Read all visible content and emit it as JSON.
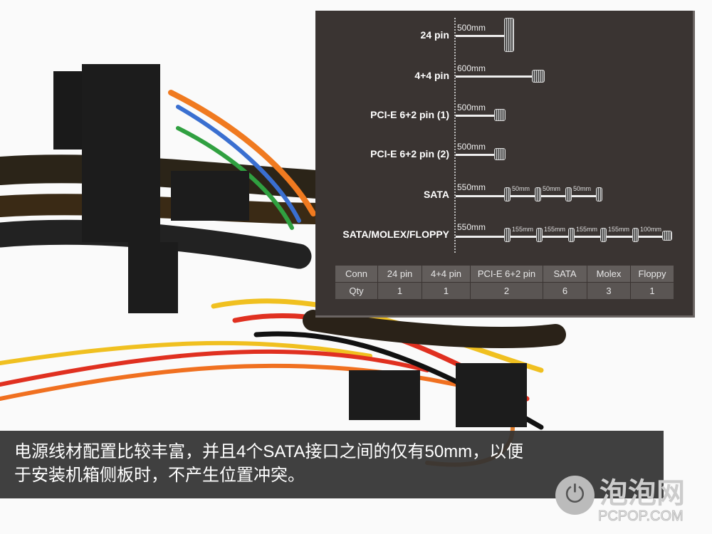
{
  "diagram": {
    "rows": [
      {
        "label": "24 pin",
        "length": "500mm"
      },
      {
        "label": "4+4 pin",
        "length": "600mm"
      },
      {
        "label": "PCI-E 6+2 pin (1)",
        "length": "500mm"
      },
      {
        "label": "PCI-E 6+2 pin (2)",
        "length": "500mm"
      },
      {
        "label": "SATA",
        "length": "550mm",
        "segments": [
          "50mm",
          "50mm",
          "50mm"
        ]
      },
      {
        "label": "SATA/MOLEX/FLOPPY",
        "length": "550mm",
        "segments": [
          "155mm",
          "155mm",
          "155mm",
          "155mm",
          "100mm"
        ]
      }
    ],
    "table": {
      "header": [
        "Conn",
        "24 pin",
        "4+4 pin",
        "PCI-E 6+2 pin",
        "SATA",
        "Molex",
        "Floppy"
      ],
      "row": [
        "Qty",
        "1",
        "1",
        "2",
        "6",
        "3",
        "1"
      ]
    }
  },
  "caption": {
    "line1": "电源线材配置比较丰富，并且4个SATA接口之间的仅有50mm，以便",
    "line2": "于安装机箱侧板时，不产生位置冲突。"
  },
  "watermark": {
    "cn": "泡泡网",
    "en": "PCPOP.COM"
  }
}
